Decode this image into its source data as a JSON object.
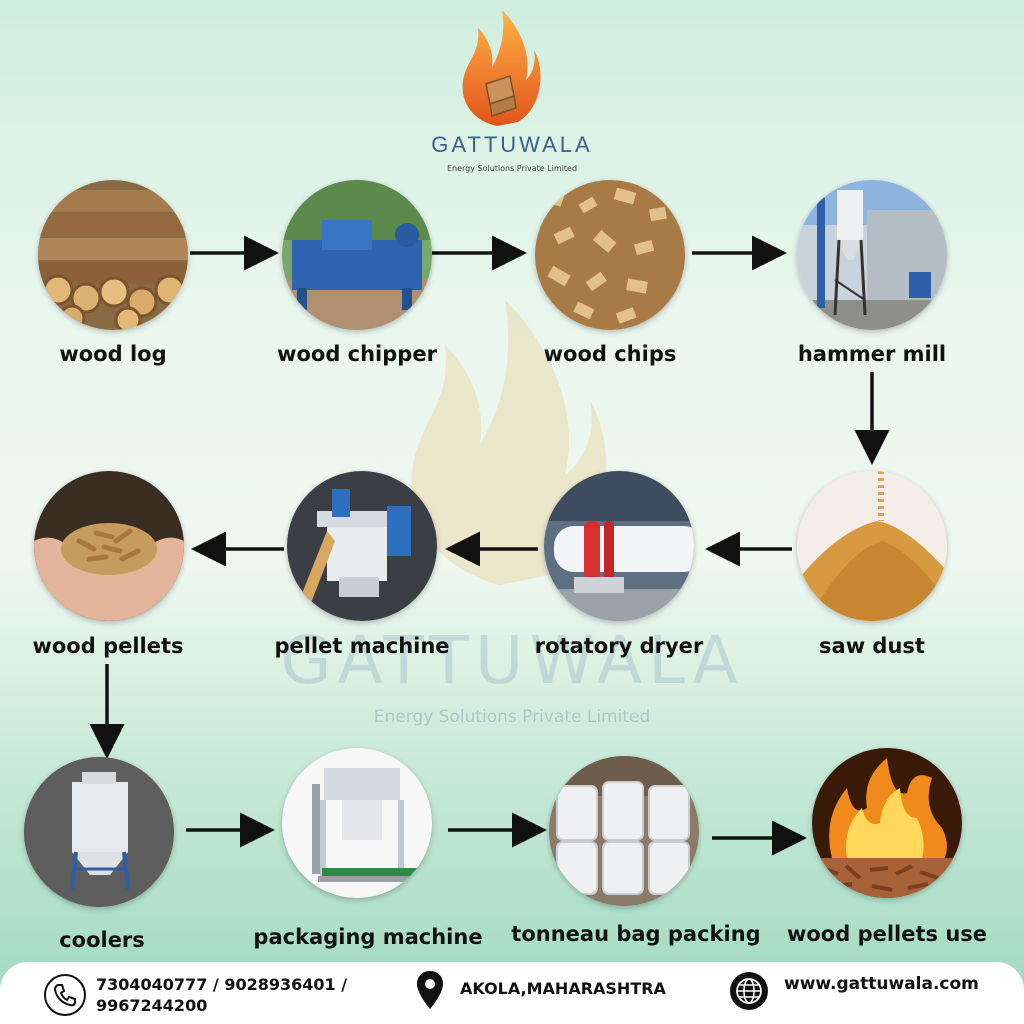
{
  "brand": {
    "name": "GATTUWALA",
    "tagline": "Energy Solutions Private Limited"
  },
  "watermark": {
    "name": "GATTUWALA",
    "tagline": "Energy Solutions Private Limited"
  },
  "steps": [
    {
      "label": "wood log",
      "icon": "wood-log-photo"
    },
    {
      "label": "wood chipper",
      "icon": "wood-chipper-photo"
    },
    {
      "label": "wood chips",
      "icon": "wood-chips-photo"
    },
    {
      "label": "hammer mill",
      "icon": "hammer-mill-photo"
    },
    {
      "label": "saw dust",
      "icon": "saw-dust-photo"
    },
    {
      "label": "rotatory dryer",
      "icon": "rotatory-dryer-photo"
    },
    {
      "label": "pellet machine",
      "icon": "pellet-machine-photo"
    },
    {
      "label": "wood pellets",
      "icon": "wood-pellets-photo"
    },
    {
      "label": "coolers",
      "icon": "coolers-photo"
    },
    {
      "label": "packaging machine",
      "icon": "packaging-machine-photo"
    },
    {
      "label": "tonneau bag packing",
      "icon": "tonneau-bag-photo"
    },
    {
      "label": "wood pellets use",
      "icon": "burning-pellets-photo"
    }
  ],
  "footer": {
    "phone_line1": "7304040777 / 9028936401 /",
    "phone_line2": "9967244200",
    "location": "AKOLA,MAHARASHTRA",
    "website": "www.gattuwala.com"
  },
  "colors": {
    "brand_blue": "#3d5f8f",
    "flame_orange": "#f07a1a",
    "arrow": "#111111"
  }
}
